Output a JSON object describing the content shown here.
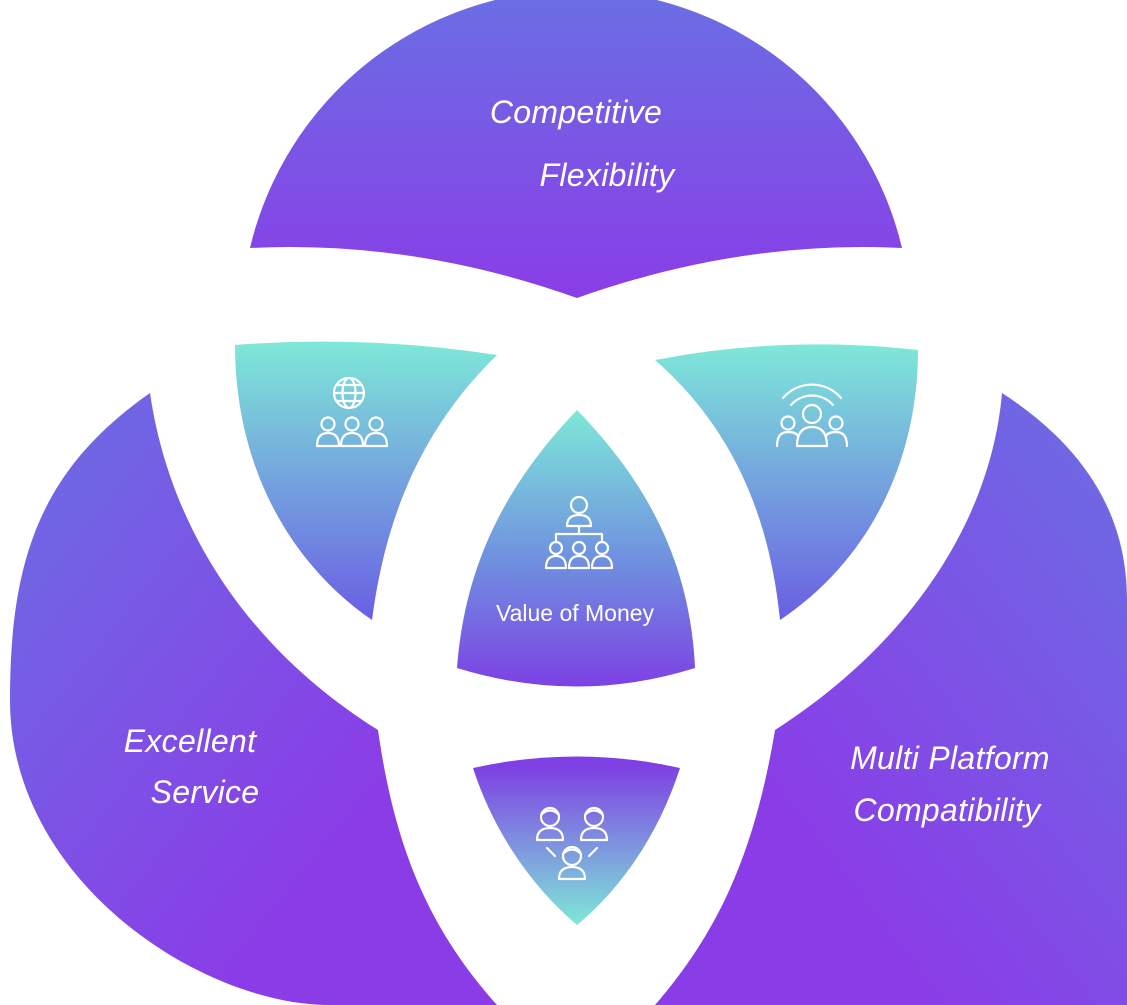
{
  "circles": {
    "top": {
      "line1": "Competitive",
      "line2": "Flexibility"
    },
    "left": {
      "line1": "Excellent",
      "line2": "Service"
    },
    "right": {
      "line1": "Multi Platform",
      "line2": "Compatibility"
    }
  },
  "center": {
    "label": "Value of Money",
    "icon": "team-hierarchy-icon"
  },
  "overlaps": {
    "top_left": {
      "icon": "global-team-icon"
    },
    "top_right": {
      "icon": "wifi-group-icon"
    },
    "bottom": {
      "icon": "team-collaboration-icon"
    }
  },
  "colors": {
    "purple": "#7b3fe4",
    "indigo": "#6a6fe4",
    "teal": "#7ee8d8"
  }
}
